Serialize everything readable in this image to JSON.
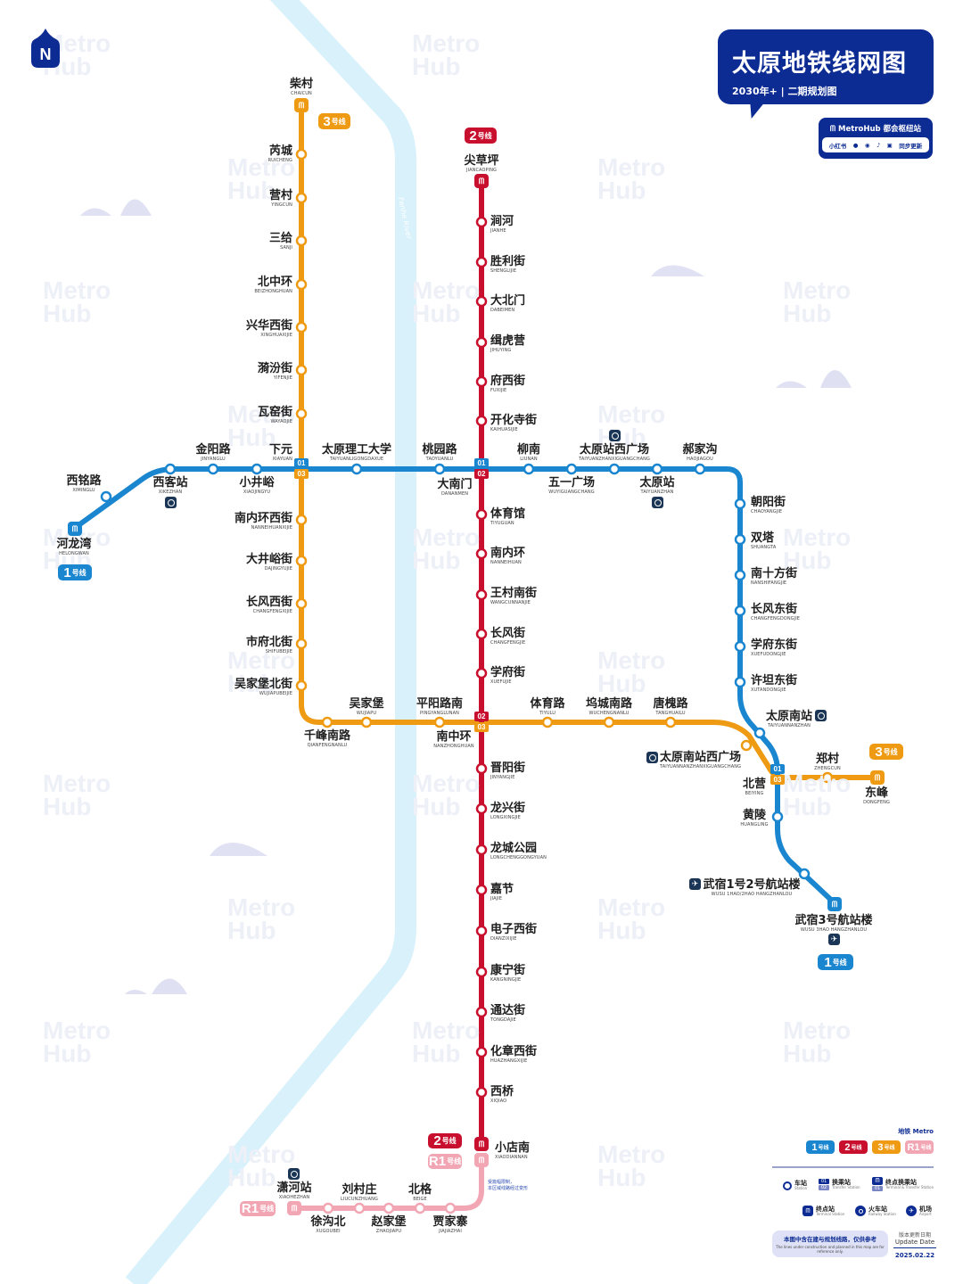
{
  "title": {
    "main": "太原地铁线网图",
    "subtitle": "2030年+ | 二期规划图"
  },
  "brand": {
    "name": "MetroHub 都会枢纽站",
    "socials": [
      "小红书",
      "微信",
      "微博",
      "抖音",
      "B站"
    ],
    "sync_label": "同步更新"
  },
  "compass": {
    "label": "N"
  },
  "watermark": {
    "line1": "Metro",
    "line2": "Hub"
  },
  "river": {
    "name": "Fenhe River"
  },
  "colors": {
    "line1": "#1a86cf",
    "line2": "#c8102e",
    "line3": "#ee9a12",
    "lineR1": "#f2a6b4",
    "river": "#d8f1fb",
    "brand": "#0c2b93",
    "rail_icon": "#1b3556"
  },
  "lines": [
    {
      "id": "1",
      "num": "1",
      "label": "号线",
      "en": "Line 1",
      "color": "#1a86cf"
    },
    {
      "id": "2",
      "num": "2",
      "label": "号线",
      "en": "Line 2",
      "color": "#c8102e"
    },
    {
      "id": "3",
      "num": "3",
      "label": "号线",
      "en": "Line 3",
      "color": "#ee9a12"
    },
    {
      "id": "R1",
      "num": "R1",
      "label": "号线",
      "en": "Line R1",
      "color": "#f2a6b4"
    }
  ],
  "stations": {
    "line1": [
      {
        "zh": "河龙湾",
        "en": "HELONGWAN",
        "type": "terminal"
      },
      {
        "zh": "西铭路",
        "en": "XIMINGLU"
      },
      {
        "zh": "西客站",
        "en": "XIKEZHAN",
        "railway": true
      },
      {
        "zh": "金阳路",
        "en": "JINYANGLU"
      },
      {
        "zh": "小井峪",
        "en": "XIAOJINGYU"
      },
      {
        "zh": "下元",
        "en": "XIAYUAN",
        "transfer": [
          "01",
          "03"
        ]
      },
      {
        "zh": "太原理工大学",
        "en": "TAIYUANLIGONGDAXUE"
      },
      {
        "zh": "桃园路",
        "en": "TAOYUANLU"
      },
      {
        "zh": "大南门",
        "en": "DANANMEN",
        "transfer": [
          "01",
          "02"
        ]
      },
      {
        "zh": "柳南",
        "en": "LIUNAN"
      },
      {
        "zh": "五一广场",
        "en": "WUYIGUANGCHANG"
      },
      {
        "zh": "太原站西广场",
        "en": "TAIYUANZHANXIGUANGCHANG",
        "railway": true
      },
      {
        "zh": "太原站",
        "en": "TAIYUANZHAN",
        "railway": true
      },
      {
        "zh": "郝家沟",
        "en": "HAOJIAGOU"
      },
      {
        "zh": "朝阳街",
        "en": "CHAOYANGJIE"
      },
      {
        "zh": "双塔",
        "en": "SHUANGTA"
      },
      {
        "zh": "南十方街",
        "en": "NANSHIFANGJIE"
      },
      {
        "zh": "长风东街",
        "en": "CHANGFENGDONGJIE"
      },
      {
        "zh": "学府东街",
        "en": "XUEFUDONGJIE"
      },
      {
        "zh": "许坦东街",
        "en": "XUTANDONGJIE"
      },
      {
        "zh": "太原南站",
        "en": "TAIYUANNANZHAN",
        "railway": true
      },
      {
        "zh": "北营",
        "en": "BEIYING",
        "transfer": [
          "01",
          "03"
        ]
      },
      {
        "zh": "黄陵",
        "en": "HUANGLING"
      },
      {
        "zh": "武宿1号2号航站楼",
        "en": "WUSU 1HAO/2HAO HANGZHANLOU",
        "airport": true
      },
      {
        "zh": "武宿3号航站楼",
        "en": "WUSU 3HAO HANGZHANLOU",
        "type": "terminal",
        "airport": true
      }
    ],
    "line2": [
      {
        "zh": "尖草坪",
        "en": "JIANCAOPING",
        "type": "terminal"
      },
      {
        "zh": "涧河",
        "en": "JIANHE"
      },
      {
        "zh": "胜利街",
        "en": "SHENGLIJIE"
      },
      {
        "zh": "大北门",
        "en": "DABEIMEN"
      },
      {
        "zh": "缉虎营",
        "en": "JIHUYING"
      },
      {
        "zh": "府西街",
        "en": "FUXIJIE"
      },
      {
        "zh": "开化寺街",
        "en": "KAIHUASIJIE"
      },
      {
        "zh": "大南门",
        "en": "DANANMEN"
      },
      {
        "zh": "体育馆",
        "en": "TIYUGUAN"
      },
      {
        "zh": "南内环",
        "en": "NANNEIHUAN"
      },
      {
        "zh": "王村南街",
        "en": "WANGCUNNANJIE"
      },
      {
        "zh": "长风街",
        "en": "CHANGFENGJIE"
      },
      {
        "zh": "学府街",
        "en": "XUEFUJIE"
      },
      {
        "zh": "南中环",
        "en": "NANZHONGHUAN",
        "transfer": [
          "02",
          "03"
        ]
      },
      {
        "zh": "晋阳街",
        "en": "JINYANGJIE"
      },
      {
        "zh": "龙兴街",
        "en": "LONGXINGJIE"
      },
      {
        "zh": "龙城公园",
        "en": "LONGCHENGGONGYUAN"
      },
      {
        "zh": "嘉节",
        "en": "JIAJIE"
      },
      {
        "zh": "电子西街",
        "en": "DIANZIXIJIE"
      },
      {
        "zh": "康宁街",
        "en": "KANGNINGJIE"
      },
      {
        "zh": "通达街",
        "en": "TONGDAJIE"
      },
      {
        "zh": "化章西街",
        "en": "HUAZHANGXIJIE"
      },
      {
        "zh": "西桥",
        "en": "XIQIAO"
      },
      {
        "zh": "小店南",
        "en": "XIAODIANNAN",
        "type": "terminal"
      }
    ],
    "line3": [
      {
        "zh": "柴村",
        "en": "CHAICUN",
        "type": "terminal"
      },
      {
        "zh": "芮城",
        "en": "RUICHENG"
      },
      {
        "zh": "营村",
        "en": "YINGCUN"
      },
      {
        "zh": "三给",
        "en": "SANJI"
      },
      {
        "zh": "北中环",
        "en": "BEIZHONGHUAN"
      },
      {
        "zh": "兴华西街",
        "en": "XINGHUAXIJIE"
      },
      {
        "zh": "漪汾街",
        "en": "YIFENJIE"
      },
      {
        "zh": "瓦窑街",
        "en": "WAYAOJIE"
      },
      {
        "zh": "南内环西街",
        "en": "NANNEIHUANXIJIE"
      },
      {
        "zh": "大井峪街",
        "en": "DAJINGYUJIE"
      },
      {
        "zh": "长风西街",
        "en": "CHANGFENGXIJIE"
      },
      {
        "zh": "市府北街",
        "en": "SHIFUBEIJIE"
      },
      {
        "zh": "吴家堡北街",
        "en": "WUJIAPUBEIJIE"
      },
      {
        "zh": "千峰南路",
        "en": "QIANFENGNANLU"
      },
      {
        "zh": "吴家堡",
        "en": "WUJIAPU"
      },
      {
        "zh": "平阳路南",
        "en": "PINGYANGLUNAN"
      },
      {
        "zh": "体育路",
        "en": "TIYULU"
      },
      {
        "zh": "坞城南路",
        "en": "WUCHENGNANLU"
      },
      {
        "zh": "唐槐路",
        "en": "TANGHUAILU"
      },
      {
        "zh": "太原南站西广场",
        "en": "TAIYUANNANZHANXIGUANGCHANG",
        "railway": true
      },
      {
        "zh": "郑村",
        "en": "ZHENGCUN"
      },
      {
        "zh": "东峰",
        "en": "DONGFENG",
        "type": "terminal"
      }
    ],
    "lineR1": [
      {
        "zh": "潇河站",
        "en": "XIAOHEZHAN",
        "type": "terminal",
        "railway": true
      },
      {
        "zh": "徐沟北",
        "en": "XUGOUBEI"
      },
      {
        "zh": "刘村庄",
        "en": "LIUCUNZHUANG"
      },
      {
        "zh": "赵家堡",
        "en": "ZHAOJIAPU"
      },
      {
        "zh": "北格",
        "en": "BEIGE"
      },
      {
        "zh": "贾家寨",
        "en": "JIAJIAZHAI"
      }
    ]
  },
  "r1_note": {
    "line1": "受篇幅限制，",
    "line2": "本区域线路经过变形"
  },
  "legend": {
    "header": "地铁 Metro",
    "items": [
      {
        "zh": "车站",
        "en": "Station",
        "icon": "station-icon"
      },
      {
        "zh": "换乘站",
        "en": "Transfer Station",
        "icon": "transfer-icon"
      },
      {
        "zh": "终点换乘站",
        "en": "Terminal & Transfer Station",
        "icon": "terminal-transfer-icon"
      },
      {
        "zh": "终点站",
        "en": "Terminal Station",
        "icon": "terminal-icon"
      },
      {
        "zh": "火车站",
        "en": "Railway Station",
        "icon": "railway-icon"
      },
      {
        "zh": "机场",
        "en": "Airport",
        "icon": "airport-icon"
      }
    ],
    "note_zh": "本图中含在建与规划线路，仅供参考",
    "note_en": "The lines under construction and planned in this map are for reference only.",
    "update_zh": "版本更新日期",
    "update_en": "Update Date",
    "update_date": "2025.02.22"
  },
  "transfer_codes": {
    "l1": "01",
    "l2": "02",
    "l3": "03"
  }
}
